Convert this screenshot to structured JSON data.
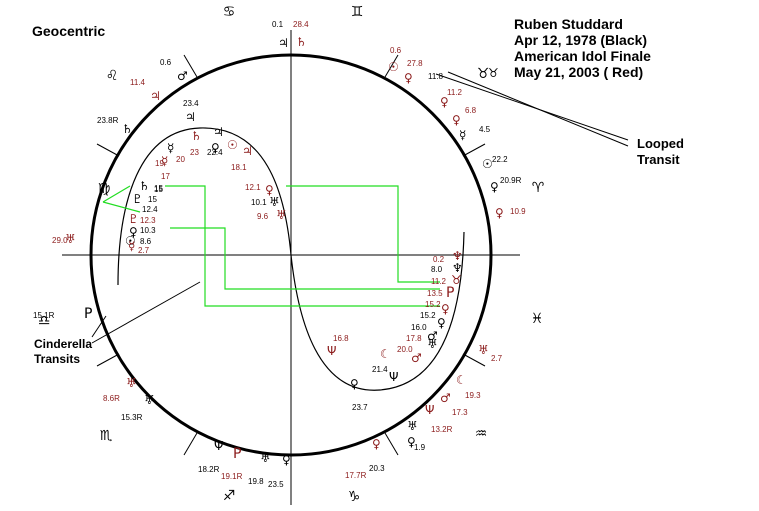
{
  "header": {
    "left_title": "Geocentric",
    "lines": [
      "Ruben Studdard",
      "Apr 12, 1978 (Black)",
      "American Idol Finale",
      "May 21, 2003 ( Red)"
    ]
  },
  "annotations": {
    "looped": [
      "Looped",
      "Transit"
    ],
    "cinderella": [
      "Cinderella",
      "Transits"
    ]
  },
  "colors": {
    "natal": "#000000",
    "transit": "#8b1a1a",
    "highlight": "#00dd00"
  },
  "zodiac": [
    {
      "name": "cancer-sign",
      "glyph": "♋"
    },
    {
      "name": "gemini-sign",
      "glyph": "♊"
    },
    {
      "name": "leo-sign",
      "glyph": "♌"
    },
    {
      "name": "taurus-sign",
      "glyph": "♉"
    },
    {
      "name": "virgo-sign",
      "glyph": "♍"
    },
    {
      "name": "aries-sign",
      "glyph": "♈"
    },
    {
      "name": "libra-sign",
      "glyph": "♎"
    },
    {
      "name": "pisces-sign",
      "glyph": "♓"
    },
    {
      "name": "scorpio-sign",
      "glyph": "♏"
    },
    {
      "name": "aquarius-sign",
      "glyph": "♒"
    },
    {
      "name": "sagittarius-sign",
      "glyph": "♐"
    },
    {
      "name": "capricorn-sign",
      "glyph": "♑"
    }
  ],
  "labels": [
    {
      "t": "0.1",
      "c": "k"
    },
    {
      "t": "28.4",
      "c": "r"
    },
    {
      "t": "♃",
      "c": "k"
    },
    {
      "t": "♄",
      "c": "r"
    },
    {
      "t": "0.6",
      "c": "k"
    },
    {
      "t": "11.4",
      "c": "r"
    },
    {
      "t": "♂",
      "c": "k"
    },
    {
      "t": "♃",
      "c": "r"
    },
    {
      "t": "23.4",
      "c": "k"
    },
    {
      "t": "♃",
      "c": "k"
    },
    {
      "t": "23.8R",
      "c": "k"
    },
    {
      "t": "♄",
      "c": "k"
    },
    {
      "t": "0.6",
      "c": "r"
    },
    {
      "t": "27.8",
      "c": "r"
    },
    {
      "t": "☉",
      "c": "r"
    },
    {
      "t": "♀",
      "c": "r"
    },
    {
      "t": "11.8",
      "c": "k"
    },
    {
      "t": "♉",
      "c": "k"
    },
    {
      "t": "11.2",
      "c": "r"
    },
    {
      "t": "♀",
      "c": "r"
    },
    {
      "t": "6.8",
      "c": "r"
    },
    {
      "t": "♀",
      "c": "r"
    },
    {
      "t": "4.5",
      "c": "k"
    },
    {
      "t": "☿",
      "c": "k"
    },
    {
      "t": "22.2",
      "c": "k"
    },
    {
      "t": "☉",
      "c": "k"
    },
    {
      "t": "20.9R",
      "c": "k"
    },
    {
      "t": "♀",
      "c": "k"
    },
    {
      "t": "10.9",
      "c": "r"
    },
    {
      "t": "♀",
      "c": "r"
    },
    {
      "t": "♄",
      "c": "r"
    },
    {
      "t": "♃",
      "c": "k"
    },
    {
      "t": "☉",
      "c": "r"
    },
    {
      "t": "♀",
      "c": "k"
    },
    {
      "t": "23",
      "c": "r"
    },
    {
      "t": "22.4",
      "c": "k"
    },
    {
      "t": "☿",
      "c": "k"
    },
    {
      "t": "20",
      "c": "r"
    },
    {
      "t": "☿",
      "c": "r"
    },
    {
      "t": "19",
      "c": "r"
    },
    {
      "t": "17",
      "c": "r"
    },
    {
      "t": "15",
      "c": "k"
    },
    {
      "t": "♃",
      "c": "r"
    },
    {
      "t": "18.1",
      "c": "r"
    },
    {
      "t": "12.1",
      "c": "r"
    },
    {
      "t": "♀",
      "c": "r"
    },
    {
      "t": "10.1",
      "c": "k"
    },
    {
      "t": "♅",
      "c": "k"
    },
    {
      "t": "9.6",
      "c": "r"
    },
    {
      "t": "♅",
      "c": "r"
    },
    {
      "t": "15",
      "c": "k"
    },
    {
      "t": "♄",
      "c": "k"
    },
    {
      "t": "15",
      "c": "k"
    },
    {
      "t": "♇",
      "c": "k"
    },
    {
      "t": "12.4",
      "c": "k"
    },
    {
      "t": "♇",
      "c": "r"
    },
    {
      "t": "12.3",
      "c": "r"
    },
    {
      "t": "♀",
      "c": "k"
    },
    {
      "t": "10.3",
      "c": "k"
    },
    {
      "t": "☉",
      "c": "k"
    },
    {
      "t": "8.6",
      "c": "k"
    },
    {
      "t": "☿",
      "c": "r"
    },
    {
      "t": "2.7",
      "c": "r"
    },
    {
      "t": "29.0",
      "c": "r"
    },
    {
      "t": "♅",
      "c": "r"
    },
    {
      "t": "15.1R",
      "c": "k"
    },
    {
      "t": "P",
      "c": "k"
    },
    {
      "t": "0.2",
      "c": "r"
    },
    {
      "t": "♆",
      "c": "r"
    },
    {
      "t": "8.0",
      "c": "k"
    },
    {
      "t": "♆",
      "c": "k"
    },
    {
      "t": "11.2",
      "c": "r"
    },
    {
      "t": "♉",
      "c": "r"
    },
    {
      "t": "13.5",
      "c": "r"
    },
    {
      "t": "P",
      "c": "r"
    },
    {
      "t": "15.2",
      "c": "r"
    },
    {
      "t": "♀",
      "c": "r"
    },
    {
      "t": "15.2",
      "c": "k"
    },
    {
      "t": "♀",
      "c": "k"
    },
    {
      "t": "16.0",
      "c": "k"
    },
    {
      "t": "♂",
      "c": "k"
    },
    {
      "t": "17.8",
      "c": "r"
    },
    {
      "t": "♅",
      "c": "k"
    },
    {
      "t": "20.0",
      "c": "r"
    },
    {
      "t": "♂",
      "c": "r"
    },
    {
      "t": "☾",
      "c": "r"
    },
    {
      "t": "21.4",
      "c": "k"
    },
    {
      "t": "Ψ",
      "c": "k"
    },
    {
      "t": "♀",
      "c": "k"
    },
    {
      "t": "23.7",
      "c": "k"
    },
    {
      "t": "Ψ",
      "c": "r"
    },
    {
      "t": "16.8",
      "c": "r"
    },
    {
      "t": "♅",
      "c": "r"
    },
    {
      "t": "2.7",
      "c": "r"
    },
    {
      "t": "☾",
      "c": "r"
    },
    {
      "t": "19.3",
      "c": "r"
    },
    {
      "t": "♂",
      "c": "r"
    },
    {
      "t": "17.3",
      "c": "r"
    },
    {
      "t": "Ψ",
      "c": "r"
    },
    {
      "t": "13.2R",
      "c": "r"
    },
    {
      "t": "♅",
      "c": "k"
    },
    {
      "t": "1.9",
      "c": "k"
    },
    {
      "t": "♀",
      "c": "k"
    },
    {
      "t": "20.3",
      "c": "k"
    },
    {
      "t": "♀",
      "c": "r"
    },
    {
      "t": "17.7R",
      "c": "r"
    },
    {
      "t": "♅",
      "c": "r"
    },
    {
      "t": "8.6R",
      "c": "r"
    },
    {
      "t": "♅",
      "c": "k"
    },
    {
      "t": "15.3R",
      "c": "k"
    },
    {
      "t": "Ψ",
      "c": "k"
    },
    {
      "t": "18.2R",
      "c": "k"
    },
    {
      "t": "P",
      "c": "r"
    },
    {
      "t": "19.1R",
      "c": "r"
    },
    {
      "t": "♅",
      "c": "k"
    },
    {
      "t": "19.8",
      "c": "k"
    },
    {
      "t": "♀",
      "c": "k"
    },
    {
      "t": "23.5",
      "c": "k"
    }
  ]
}
